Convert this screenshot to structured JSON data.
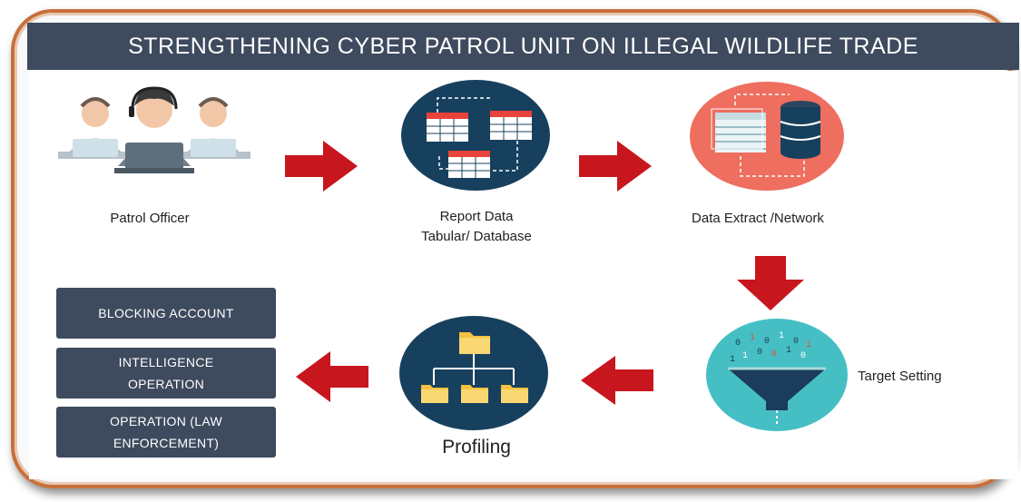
{
  "title": "STRENGTHENING CYBER PATROL UNIT ON ILLEGAL WILDLIFE TRADE",
  "steps": {
    "patrol_officer": "Patrol Officer",
    "report_data_line1": "Report Data",
    "report_data_line2": "Tabular/ Database",
    "data_extract": "Data Extract /Network",
    "target_setting": "Target Setting",
    "profiling": "Profiling"
  },
  "outcomes": {
    "blocking_account": "BLOCKING ACCOUNT",
    "intelligence_line1": "INTELLIGENCE",
    "intelligence_line2": "OPERATION",
    "operation_line1": "OPERATION (LAW",
    "operation_line2": "ENFORCEMENT)"
  },
  "icons": [
    "patrol-officers-icon",
    "report-data-table-icon",
    "data-extract-database-icon",
    "target-setting-funnel-icon",
    "profiling-hierarchy-icon",
    "arrow-right-icon",
    "arrow-down-icon",
    "arrow-left-icon"
  ],
  "colors": {
    "title_bar": "#3e4a5e",
    "arrow": "#c8161e",
    "frame_border": "#c8703b",
    "circle_navy": "#17405e",
    "circle_salmon": "#ee6e5f",
    "circle_teal": "#45bfc4",
    "folder": "#f4c23f"
  }
}
